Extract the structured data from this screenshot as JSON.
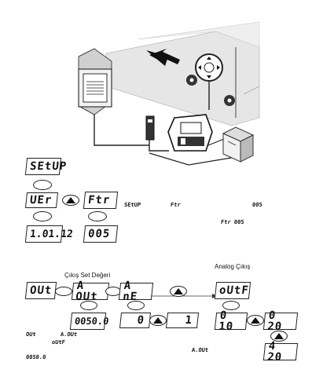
{
  "diagram": {
    "screens": {
      "setup": "SEtUP",
      "ver": "UEr",
      "ftr": "Ftr",
      "version_value": "1.01.12",
      "ftr_value": "005",
      "out": "OUt",
      "a_out": "A OUt",
      "a_ne": "A nE",
      "outf": "oUtF",
      "setpoint_value": "0050.0",
      "zero": "0",
      "one": "1",
      "range_0_10": "0 10",
      "range_0_20": "0 20",
      "range_4_20": "4 20"
    },
    "labels": {
      "setpoint_output": "Çıkış Set Değeri",
      "analog_output": "Analog Çıkış"
    },
    "inline_codes": {
      "setup": "SEtUP",
      "ftr": "Ftr",
      "code_005": "005",
      "ftr_005": "Ftr 005",
      "out": "OUt",
      "a_out": "A.OUt",
      "outf": "oUtF",
      "a_out_right": "A.OUt",
      "setpoint": "0050.0"
    },
    "icons": [
      "arrow-icon",
      "up-triangle-icon",
      "speaker-icon",
      "roller-icon"
    ]
  }
}
